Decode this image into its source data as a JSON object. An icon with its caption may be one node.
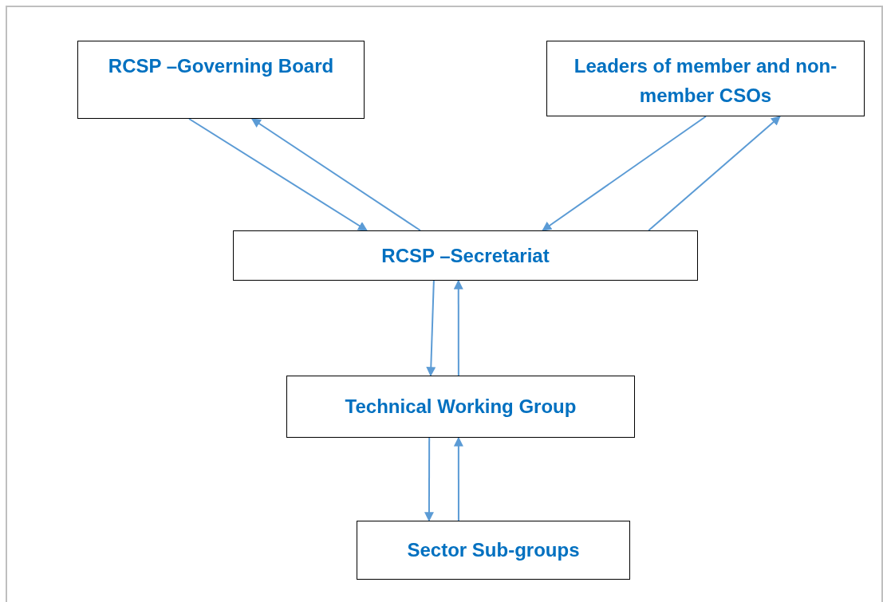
{
  "diagram": {
    "nodes": [
      {
        "text": [
          "RCSP –Governing Board"
        ]
      },
      {
        "text": [
          "Leaders of member and non-member CSOs"
        ]
      },
      {
        "text": [
          "RCSP –Secretariat"
        ]
      },
      {
        "text": [
          "Technical Working Group"
        ]
      },
      {
        "text": [
          "Sector Sub-groups"
        ]
      }
    ],
    "edges": [
      {
        "from": 0,
        "to": 2,
        "arrow": "to"
      },
      {
        "from": 2,
        "to": 0,
        "arrow": "to"
      },
      {
        "from": 1,
        "to": 2,
        "arrow": "to"
      },
      {
        "from": 2,
        "to": 1,
        "arrow": "to"
      },
      {
        "from": 2,
        "to": 3,
        "arrow": "to"
      },
      {
        "from": 3,
        "to": 2,
        "arrow": "to"
      },
      {
        "from": 3,
        "to": 4,
        "arrow": "to"
      },
      {
        "from": 4,
        "to": 3,
        "arrow": "to"
      }
    ]
  }
}
